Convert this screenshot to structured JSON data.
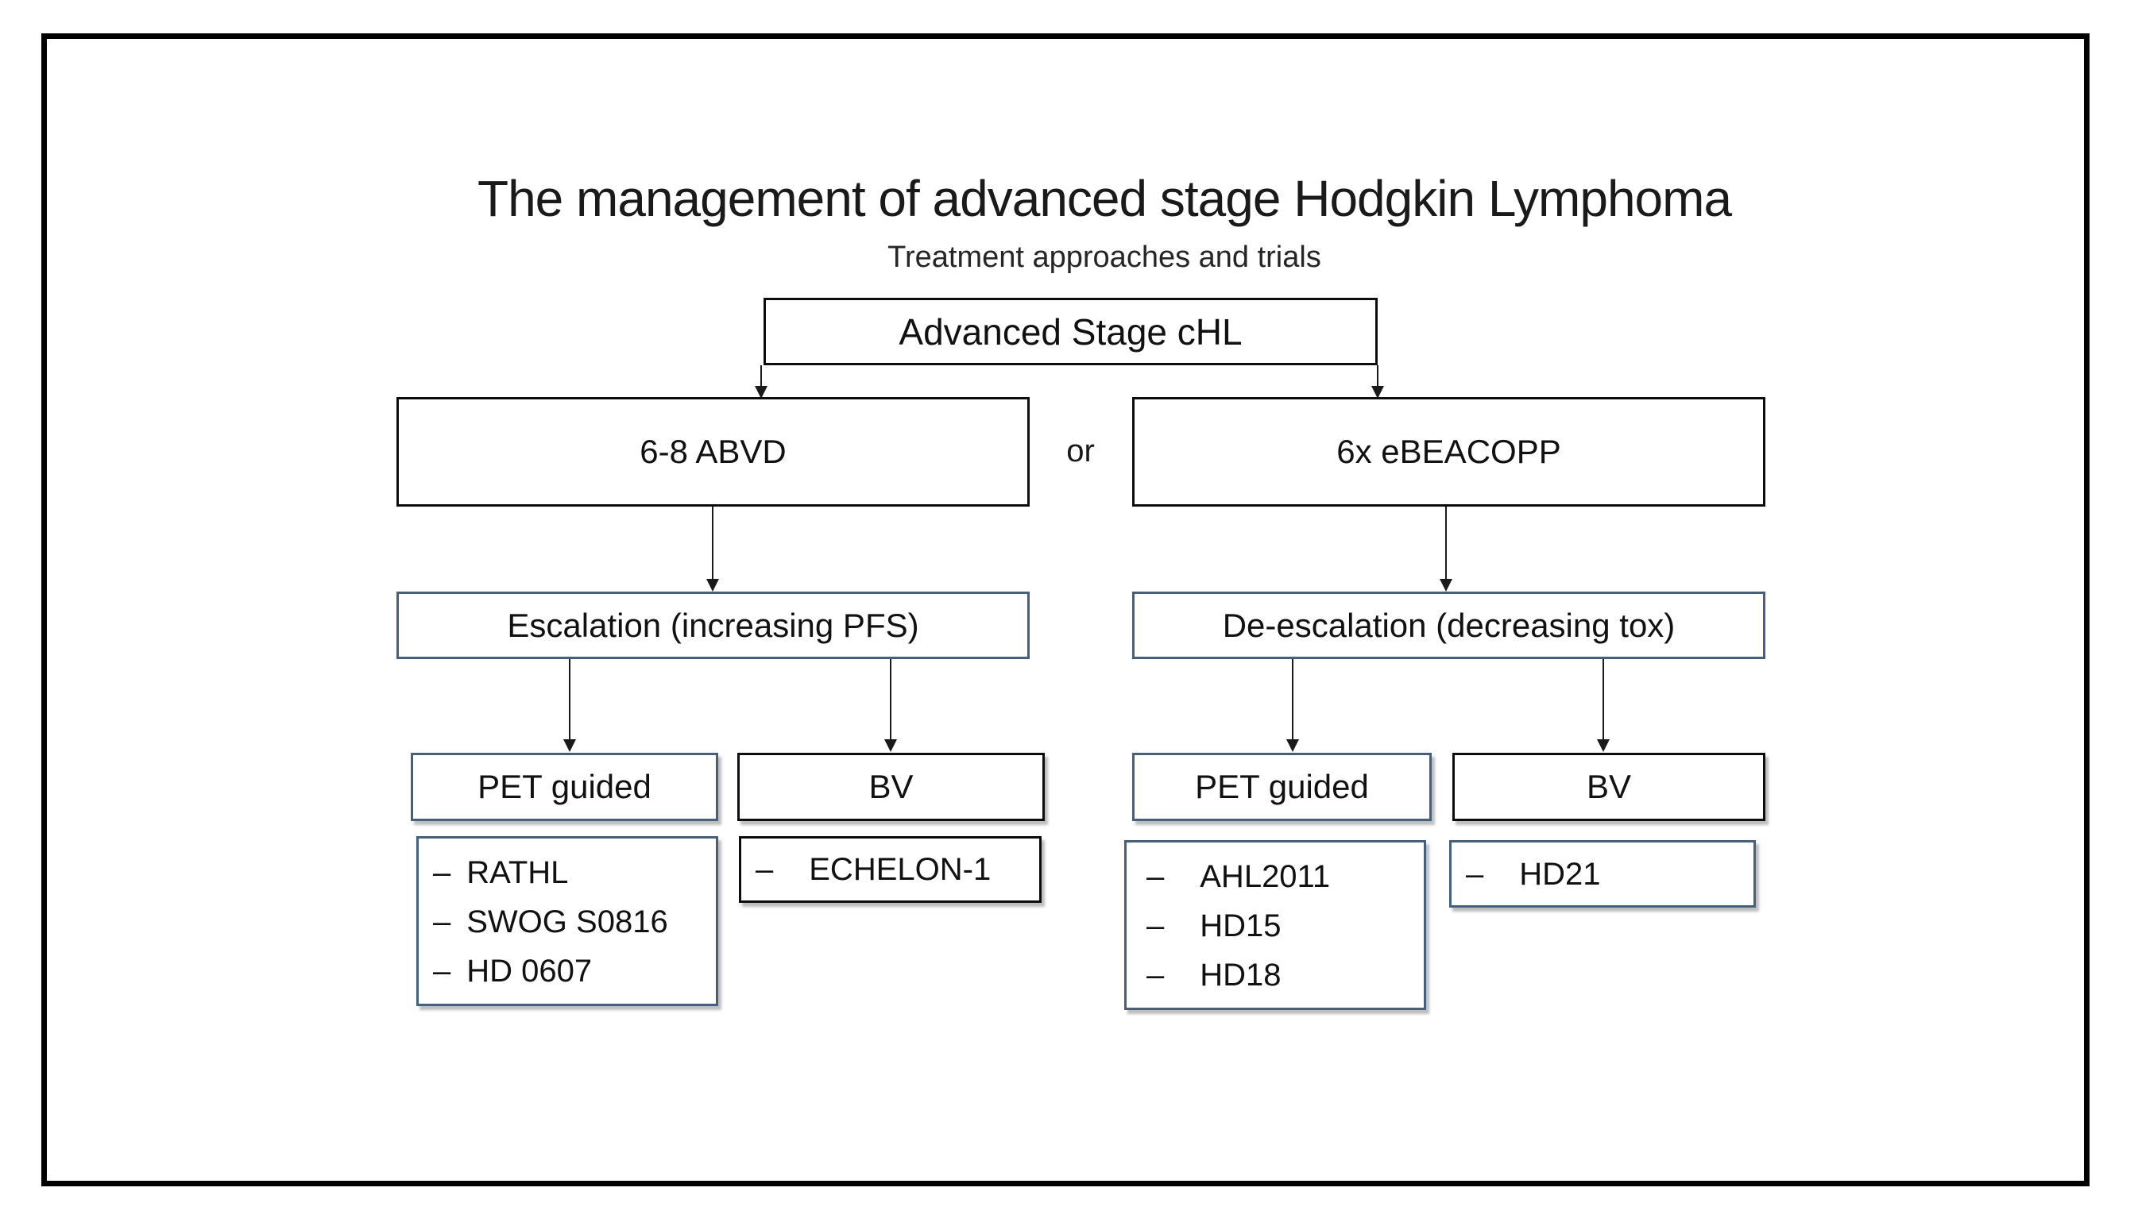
{
  "diagram": {
    "title": "The management of advanced stage Hodgkin Lymphoma",
    "subtitle": "Treatment approaches and trials",
    "or_label": "or",
    "nodes": {
      "root": {
        "label": "Advanced Stage cHL"
      },
      "abvd": {
        "label": "6-8 ABVD"
      },
      "ebeacopp": {
        "label": "6x eBEACOPP"
      },
      "escalation": {
        "label": "Escalation (increasing PFS)"
      },
      "deescalation": {
        "label": "De-escalation (decreasing tox)"
      },
      "pet_guided_left": {
        "label": "PET guided"
      },
      "bv_left": {
        "label": "BV"
      },
      "pet_guided_right": {
        "label": "PET guided"
      },
      "bv_right": {
        "label": "BV"
      }
    },
    "lists": {
      "pet_left_trials": {
        "bullet": "–",
        "items": [
          "RATHL",
          "SWOG S0816",
          "HD 0607"
        ]
      },
      "bv_left_trials": {
        "bullet": "–",
        "items": [
          "ECHELON-1"
        ]
      },
      "pet_right_trials": {
        "bullet": "–",
        "items": [
          "AHL2011",
          "HD15",
          "HD18"
        ]
      },
      "bv_right_trials": {
        "bullet": "–",
        "items": [
          "HD21"
        ]
      }
    },
    "colors": {
      "frame_border": "#000000",
      "box_border_black": "#0d0d0d",
      "box_border_blue": "#44607e",
      "text": "#1a1a1a"
    }
  }
}
